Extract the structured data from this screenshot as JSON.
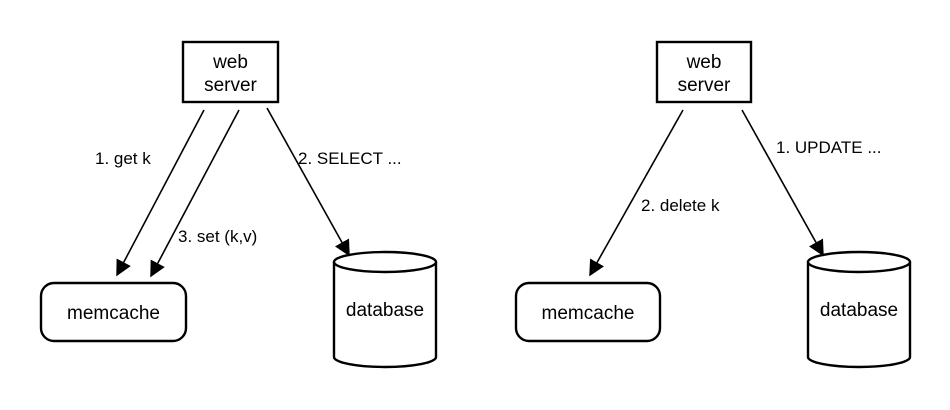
{
  "left_panel": {
    "web_server": {
      "label_line1": "web",
      "label_line2": "server"
    },
    "memcache": {
      "label": "memcache"
    },
    "database": {
      "label": "database"
    },
    "edges": {
      "get": {
        "label": "1. get k"
      },
      "set": {
        "label": "3. set (k,v)"
      },
      "select": {
        "label": "2. SELECT ..."
      }
    }
  },
  "right_panel": {
    "web_server": {
      "label_line1": "web",
      "label_line2": "server"
    },
    "memcache": {
      "label": "memcache"
    },
    "database": {
      "label": "database"
    },
    "edges": {
      "update": {
        "label": "1. UPDATE ..."
      },
      "delete": {
        "label": "2. delete k"
      }
    }
  }
}
